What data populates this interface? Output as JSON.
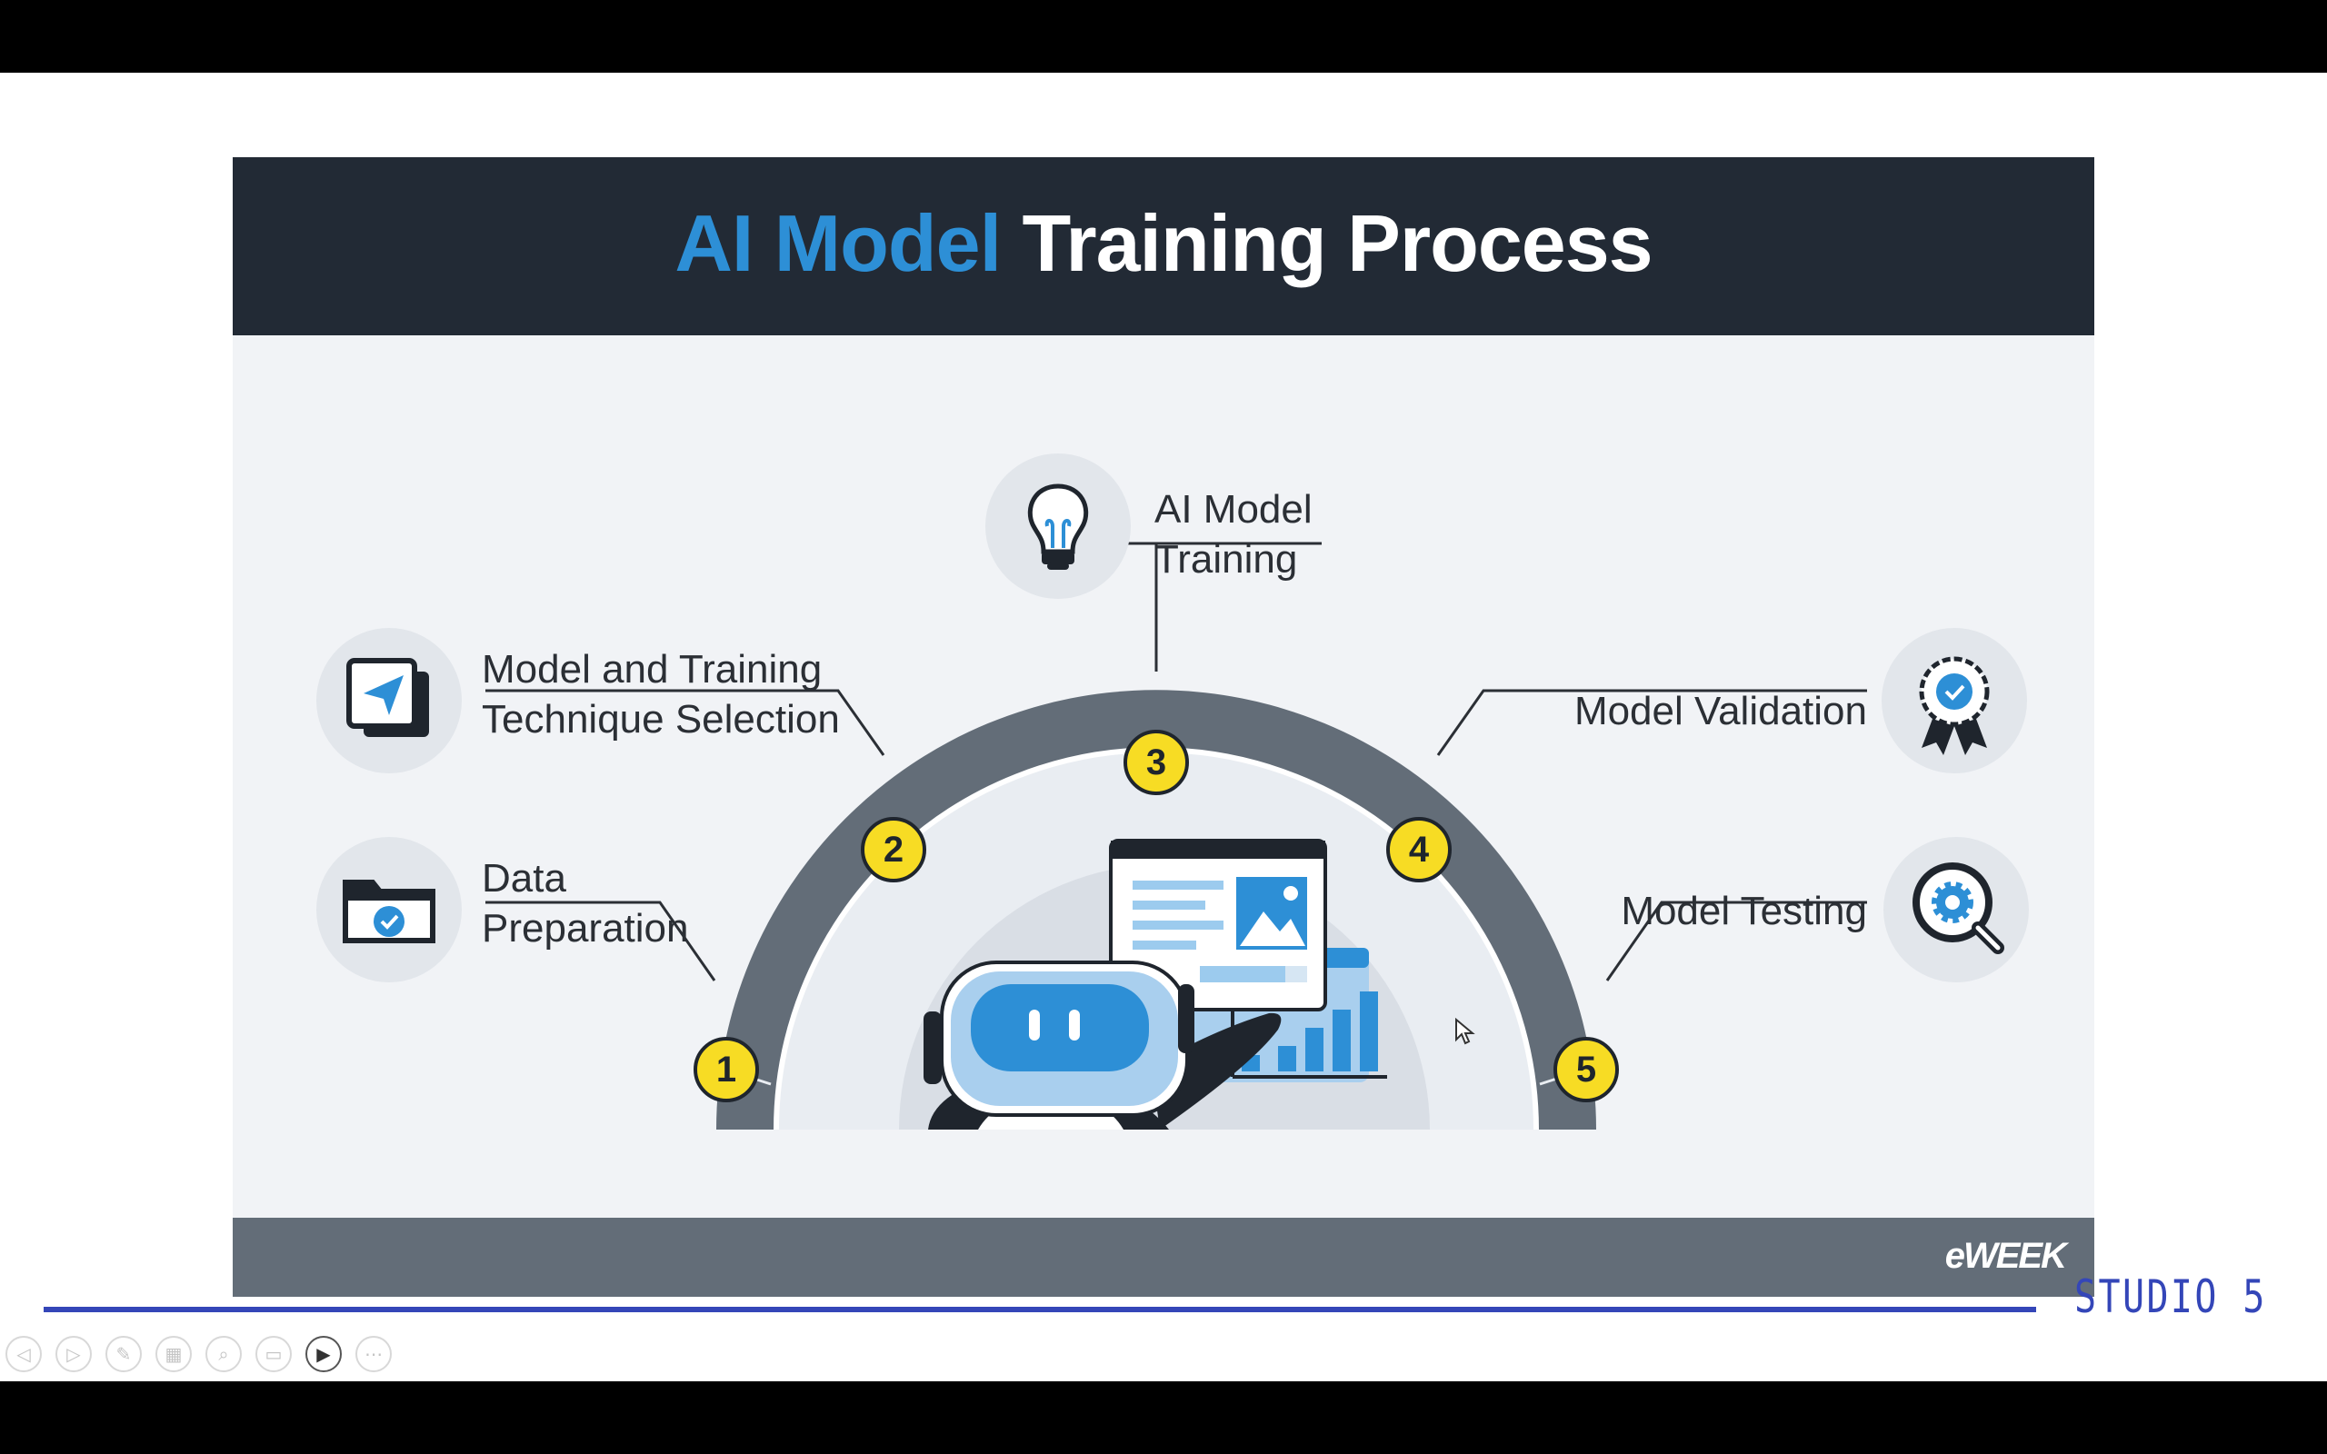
{
  "infographic": {
    "title_accent": "AI Model",
    "title_rest": "Training Process",
    "logo": "eWEEK",
    "steps": [
      {
        "number": "1",
        "line1": "Data",
        "line2": "Preparation",
        "icon": "folder-check-icon"
      },
      {
        "number": "2",
        "line1": "Model and Training",
        "line2": "Technique Selection",
        "icon": "send-cursor-icon"
      },
      {
        "number": "3",
        "line1": "AI Model",
        "line2": "Training",
        "icon": "lightbulb-icon"
      },
      {
        "number": "4",
        "line1": "Model Validation",
        "line2": "",
        "icon": "award-badge-icon"
      },
      {
        "number": "5",
        "line1": "Model Testing",
        "line2": "",
        "icon": "gear-magnifier-icon"
      }
    ]
  },
  "branding": {
    "studio": "STUDIO 5"
  },
  "toolbar": {
    "buttons": [
      {
        "name": "previous-slide-button",
        "glyph": "◁"
      },
      {
        "name": "next-slide-button",
        "glyph": "▷"
      },
      {
        "name": "pen-tool-button",
        "glyph": "✎"
      },
      {
        "name": "slide-sorter-button",
        "glyph": "▦"
      },
      {
        "name": "zoom-button",
        "glyph": "⌕"
      },
      {
        "name": "subtitles-button",
        "glyph": "▭"
      },
      {
        "name": "camera-button",
        "glyph": "▶"
      },
      {
        "name": "more-options-button",
        "glyph": "⋯"
      }
    ]
  },
  "colors": {
    "accent_blue": "#2d8fd6",
    "header_dark": "#222a35",
    "badge_yellow": "#f7dc24",
    "arc_gray": "#636d78",
    "studio_blue": "#3446b8"
  }
}
